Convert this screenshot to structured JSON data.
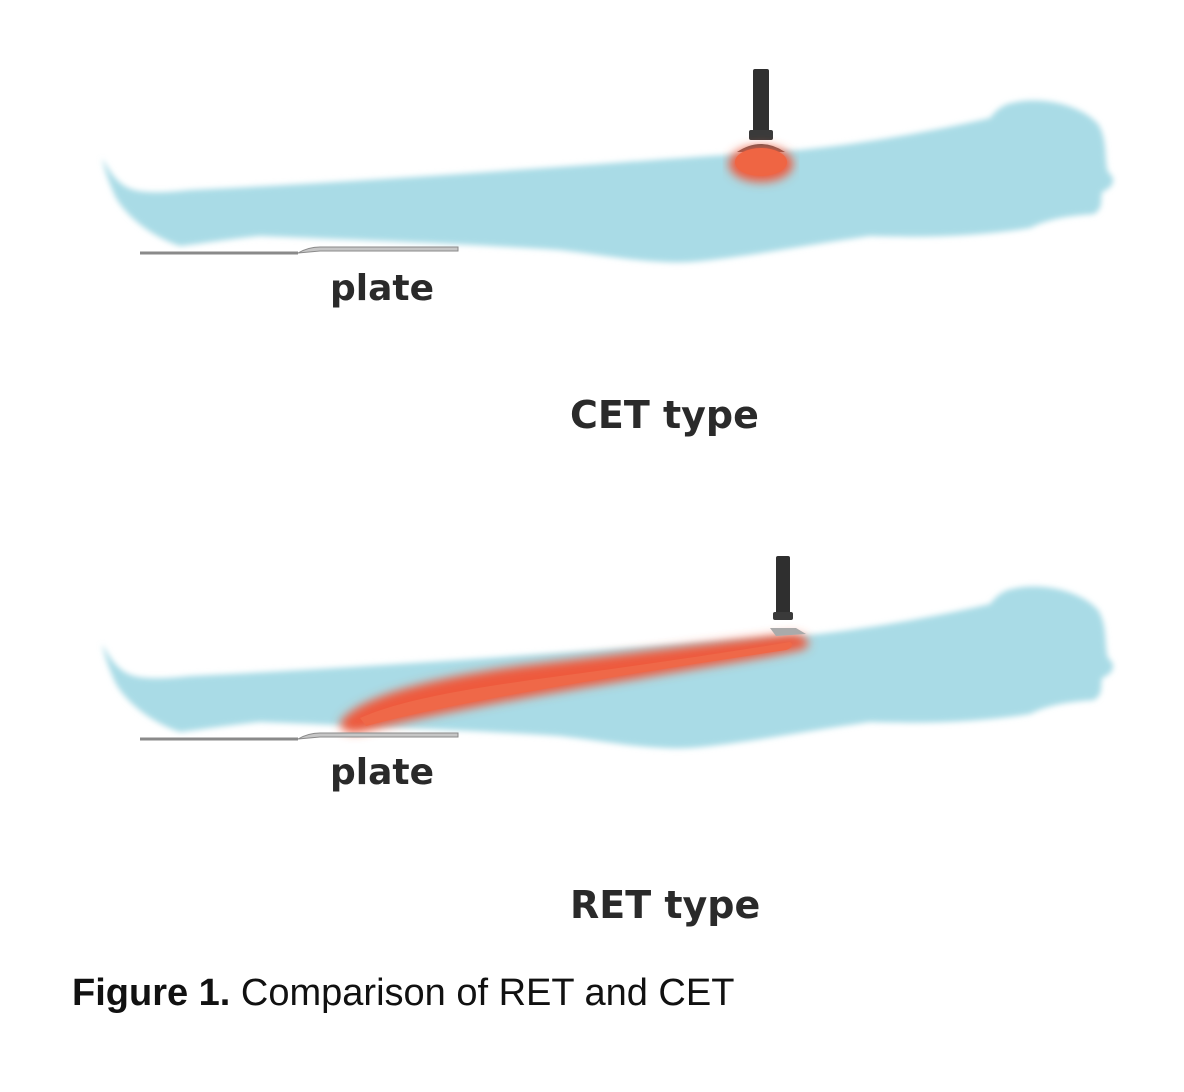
{
  "diagram": {
    "panels": [
      {
        "plate_label": "plate",
        "type_label": "CET type"
      },
      {
        "plate_label": "plate",
        "type_label": "RET type"
      }
    ],
    "colors": {
      "body": "#a9dbe6",
      "energy": "#ee5a3c",
      "electrode": "#2f2f2f",
      "plate": "#8a8a8a"
    }
  },
  "caption": {
    "figure_number": "Figure 1.",
    "text": " Comparison of RET and CET"
  }
}
